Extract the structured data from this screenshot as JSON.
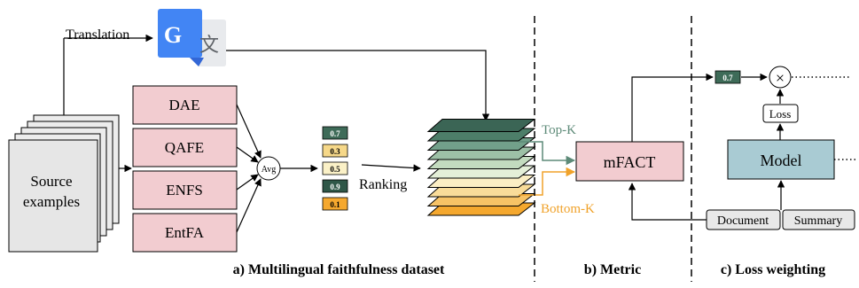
{
  "translation_label": "Translation",
  "source": {
    "line1": "Source",
    "line2": "examples"
  },
  "metric_boxes": [
    "DAE",
    "QAFE",
    "ENFS",
    "EntFA"
  ],
  "avg_label": "Avg",
  "scores": [
    {
      "value": "0.7",
      "color": "#3e6b58",
      "text_color": "#ffffff"
    },
    {
      "value": "0.3",
      "color": "#f6d889",
      "text_color": "#000000"
    },
    {
      "value": "0.5",
      "color": "#fbf1c7",
      "text_color": "#000000"
    },
    {
      "value": "0.9",
      "color": "#2f5748",
      "text_color": "#ffffff"
    },
    {
      "value": "0.1",
      "color": "#f5a82e",
      "text_color": "#000000"
    }
  ],
  "ranking_label": "Ranking",
  "stack_colors": [
    "#f5a82e",
    "#f7c366",
    "#f9dc99",
    "#fbeec4",
    "#e4efd8",
    "#c3dbbf",
    "#9dc0a6",
    "#72a08a",
    "#4d7e69",
    "#3b6555"
  ],
  "top_k_label": "Top-K",
  "bottom_k_label": "Bottom-K",
  "mfact_label": "mFACT",
  "weight_value": "0.7",
  "multiply_symbol": "×",
  "loss_label": "Loss",
  "model_label": "Model",
  "document_label": "Document",
  "summary_label": "Summary",
  "section_labels": {
    "a": "a) Multilingual faithfulness dataset",
    "b": "b) Metric",
    "c": "c) Loss weighting"
  },
  "colors": {
    "metric_box_fill": "#f2ccd0",
    "mfact_fill": "#f2ccd0",
    "model_fill": "#a9cbd3",
    "top_k": "#5d8a78",
    "bottom_k": "#f0a22a",
    "google_blue": "#4285f4",
    "google_gray": "#e8eaed"
  },
  "icons": {
    "translate": "google-translate-icon"
  }
}
